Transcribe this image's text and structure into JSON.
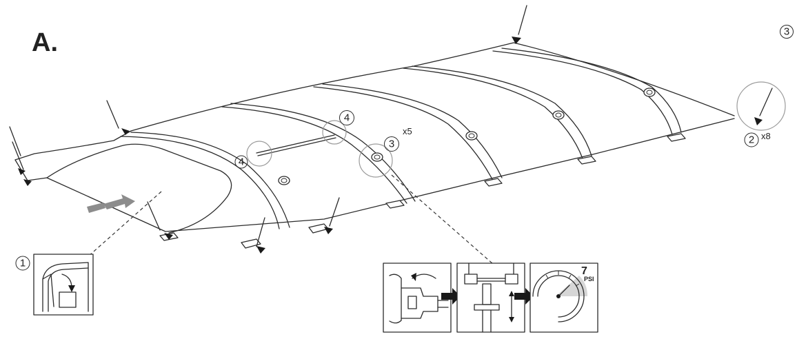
{
  "figure": {
    "section_label": "A.",
    "corner_step": "3"
  },
  "callouts": [
    {
      "id": "floor-tab",
      "number": "1"
    },
    {
      "id": "corner-peg",
      "number": "2",
      "quantity": "x8"
    },
    {
      "id": "valve",
      "number": "3",
      "quantity": "x5"
    },
    {
      "id": "pole-sleeve-right",
      "number": "4"
    },
    {
      "id": "pole-sleeve-left",
      "number": "4"
    }
  ],
  "inflation_steps": {
    "pressure_unit": "PSI",
    "gauge_max_mark": "7"
  },
  "icons": [
    "tent-pegs",
    "push-arrow",
    "inflate-arrow",
    "gauge"
  ]
}
